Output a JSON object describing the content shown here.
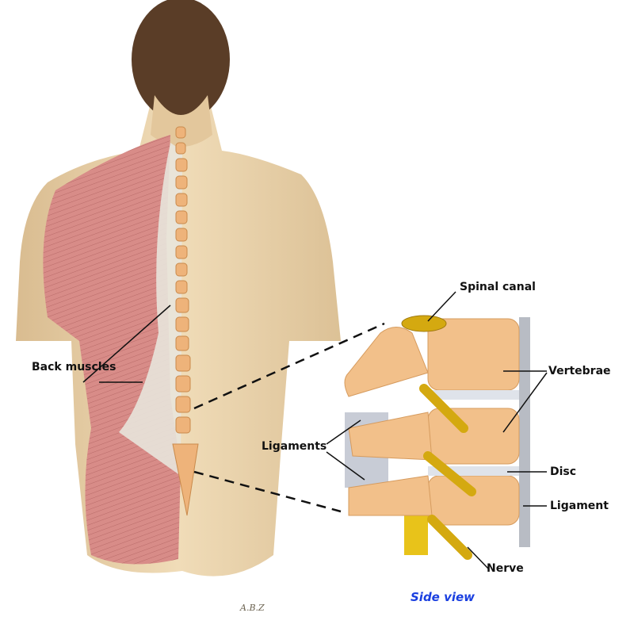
{
  "labels": {
    "back_muscles": "Back muscles",
    "ligaments": "Ligaments",
    "spinal_canal": "Spinal canal",
    "vertebrae": "Vertebrae",
    "disc": "Disc",
    "ligament": "Ligament",
    "nerve": "Nerve"
  },
  "caption": "Side view",
  "signature": "A.B.Z",
  "colors": {
    "skin": "#e8cfa6",
    "muscle": "#d98a88",
    "bone": "#f2c08a",
    "nerve": "#e8c31a",
    "caption": "#1a3fe0"
  }
}
